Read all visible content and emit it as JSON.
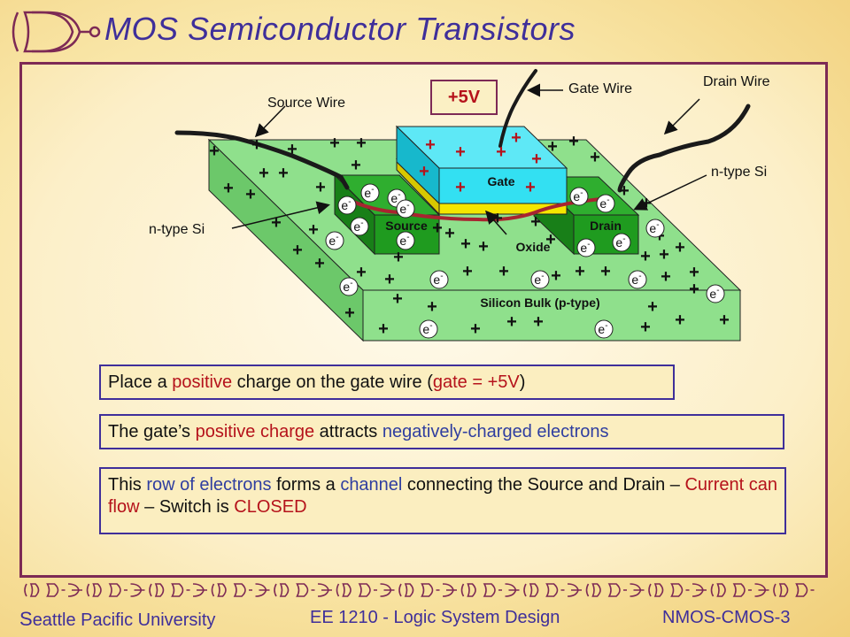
{
  "title": "MOS Semiconductor Transistors",
  "labels": {
    "voltage": "+5V",
    "gate_wire": "Gate Wire",
    "drain_wire": "Drain Wire",
    "source_wire": "Source Wire",
    "n_type_left": "n-type Si",
    "n_type_right": "n-type Si",
    "gate": "Gate",
    "source": "Source",
    "drain": "Drain",
    "oxide": "Oxide",
    "bulk": "Silicon Bulk (p-type)",
    "electron": "e",
    "electron_sup": "-",
    "plus": "+"
  },
  "notes": {
    "n1": {
      "p1": "Place a ",
      "p2": "positive",
      "p3": " charge on the gate wire (",
      "p4": "gate = +5V",
      "p5": ")"
    },
    "n2": {
      "p1": "The gate’s ",
      "p2": "positive charge",
      "p3": " attracts ",
      "p4": "negatively-charged electrons"
    },
    "n3": {
      "p1": "This ",
      "p2": "row of electrons",
      "p3": " forms a ",
      "p4": "channel",
      "p5": " connecting the Source and Drain – ",
      "p6": "Current can flow",
      "p7": " – Switch is ",
      "p8": "CLOSED"
    }
  },
  "footer": {
    "university_initial": "S",
    "university_rest": "eattle  Pacific University",
    "course": "EE 1210 - Logic System Design",
    "page": "NMOS-CMOS-3"
  },
  "colors": {
    "title": "#3f2f9a",
    "frame": "#7d2a55",
    "accent_red": "#b5121b",
    "accent_blue": "#2f3ea0",
    "bulk_green": "#8fe08c",
    "nregion_green": "#1f9b1f",
    "gate_cyan": "#33e0f2",
    "oxide_yellow": "#f5e600",
    "channel_wire": "#a82430"
  }
}
